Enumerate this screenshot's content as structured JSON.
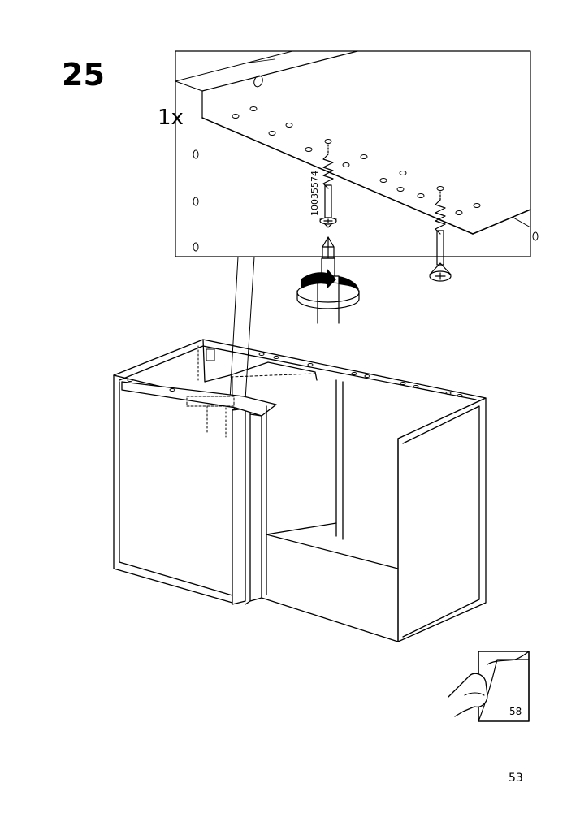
{
  "step": {
    "number": "25"
  },
  "detail": {
    "quantity": "1x",
    "part_number": "10035574"
  },
  "reference": {
    "page": "58"
  },
  "footer": {
    "page_number": "53"
  },
  "icons": {
    "screw": "screw-icon",
    "screwdriver": "screwdriver-icon",
    "rotation": "clockwise-rotation-icon",
    "page_turn": "page-turn-hand-icon"
  }
}
